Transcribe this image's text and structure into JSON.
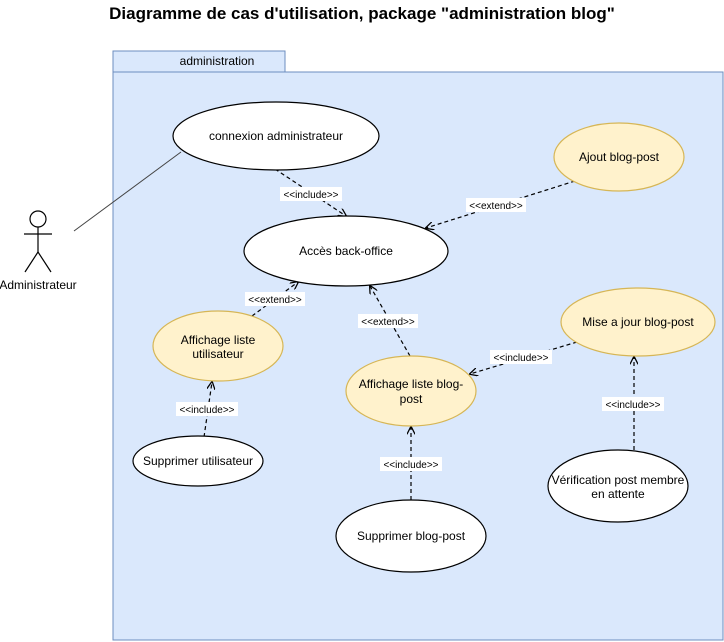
{
  "title": "Diagramme de cas d'utilisation, package \"administration blog\"",
  "package": {
    "name": "administration"
  },
  "actor": {
    "name": "Administrateur"
  },
  "use_cases": {
    "connexion": "connexion administrateur",
    "acces": "Accès back-office",
    "ajout": "Ajout blog-post",
    "affichage_users_l1": "Affichage liste",
    "affichage_users_l2": "utilisateur",
    "affichage_posts_l1": "Affichage liste blog-",
    "affichage_posts_l2": "post",
    "maj": "Mise a jour blog-post",
    "supprimer_user": "Supprimer utilisateur",
    "supprimer_post": "Supprimer blog-post",
    "verification_l1": "Vérification post membre",
    "verification_l2": "en attente"
  },
  "relations": {
    "r1": "<<include>>",
    "r2": "<<extend>>",
    "r3": "<<extend>>",
    "r4": "<<extend>>",
    "r5": "<<include>>",
    "r6": "<<include>>",
    "r7": "<<include>>",
    "r8": "<<include>>"
  },
  "colors": {
    "package_fill": "#dae8fc",
    "package_stroke": "#6c8ebf",
    "highlight_fill": "#fff2cc",
    "highlight_stroke": "#d6b656",
    "plain_fill": "#ffffff"
  }
}
